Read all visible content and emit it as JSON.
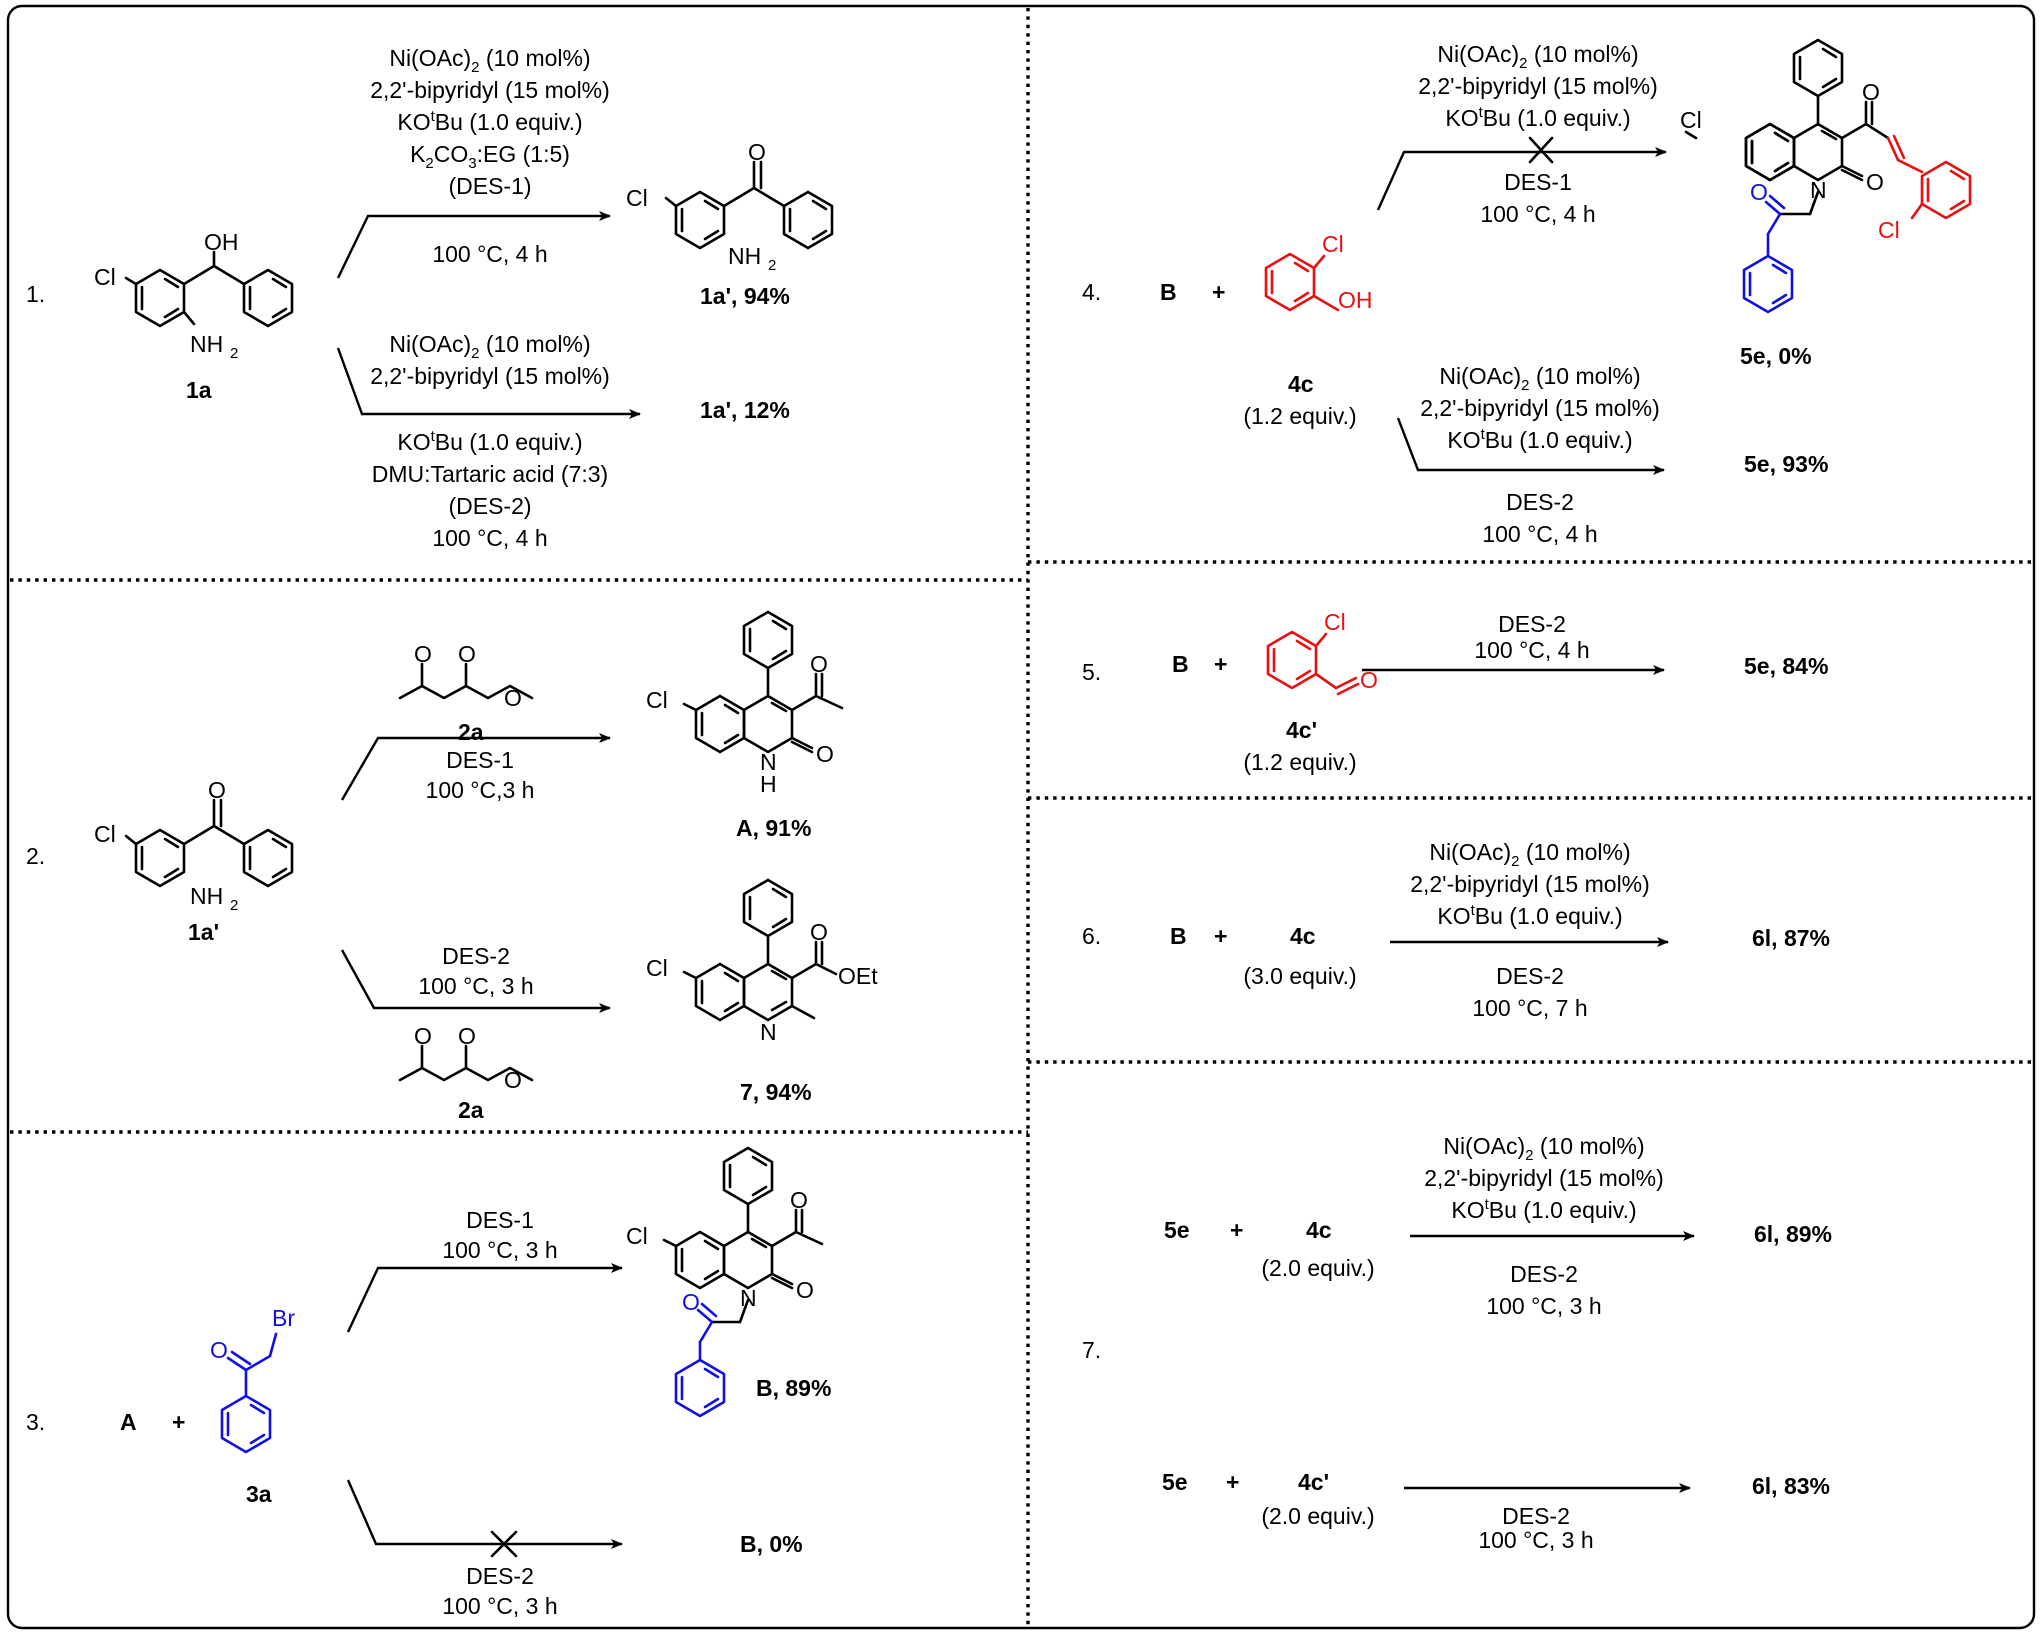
{
  "colors": {
    "red": "#e81010",
    "blue": "#1010e0",
    "ink": "#000000"
  },
  "panel1": {
    "number": "1.",
    "start_label": "1a",
    "top": {
      "l1": "Ni(OAc)",
      "l1_sub": "2",
      "l1_tail": " (10 mol%)",
      "l2": "2,2'-bipyridyl (15 mol%)",
      "l3": "KO",
      "l3_sup": "t",
      "l3_tail": "Bu (1.0 equiv.)",
      "l4a": "K",
      "l4_sub1": "2",
      "l4b": "CO",
      "l4_sub2": "3",
      "l4c": ":EG (1:5)",
      "l5": "(DES-1)",
      "below": "100 °C, 4 h"
    },
    "bottom": {
      "l1": "Ni(OAc)",
      "l1_sub": "2",
      "l1_tail": " (10 mol%)",
      "l2": "2,2'-bipyridyl (15 mol%)",
      "l3": "KO",
      "l3_sup": "t",
      "l3_tail": "Bu (1.0 equiv.)",
      "l4": "DMU:Tartaric acid (7:3)",
      "l5": "(DES-2)",
      "l6": "100 °C, 4 h"
    },
    "product_top": "1a', 94%",
    "product_bottom": "1a', 12%"
  },
  "panel2": {
    "number": "2.",
    "start_label": "1a'",
    "reagent_top_label": "2a",
    "top_cond": {
      "l1": "DES-1",
      "l2": "100 °C,3 h"
    },
    "product_top": "A, 91%",
    "bottom_cond": {
      "l1": "DES-2",
      "l2": "100 °C, 3 h"
    },
    "reagent_bottom_label": "2a",
    "product_bottom": "7, 94%",
    "oet": "OEt"
  },
  "panel3": {
    "number": "3.",
    "reactant_a": "A",
    "plus": "+",
    "reagent_label": "3a",
    "top_cond": {
      "l1": "DES-1",
      "l2": "100 °C, 3 h"
    },
    "product_top": "B, 89%",
    "bottom_cond": {
      "l1": "DES-2",
      "l2": "100 °C, 3 h"
    },
    "product_bottom": "B, 0%"
  },
  "panel4": {
    "number": "4.",
    "reactant_b": "B",
    "plus": "+",
    "reagent_label": "4c",
    "reagent_equiv": "(1.2 equiv.)",
    "top": {
      "l1": "Ni(OAc)",
      "l1_sub": "2",
      "l1_tail": " (10 mol%)",
      "l2": "2,2'-bipyridyl (15 mol%)",
      "l3": "KO",
      "l3_sup": "t",
      "l3_tail": "Bu (1.0 equiv.)",
      "l4": "DES-1",
      "l5": "100 °C, 4 h"
    },
    "bottom": {
      "l1": "Ni(OAc)",
      "l1_sub": "2",
      "l1_tail": " (10 mol%)",
      "l2": "2,2'-bipyridyl (15 mol%)",
      "l3": "KO",
      "l3_sup": "t",
      "l3_tail": "Bu (1.0 equiv.)",
      "l4": "DES-2",
      "l5": "100 °C, 4 h"
    },
    "product_top": "5e, 0%",
    "product_bottom": "5e, 93%"
  },
  "panel5": {
    "number": "5.",
    "reactant_b": "B",
    "plus": "+",
    "reagent_label": "4c'",
    "reagent_equiv": "(1.2 equiv.)",
    "cond": {
      "l1": "DES-2",
      "l2": "100 °C, 4 h"
    },
    "product": "5e, 84%"
  },
  "panel6": {
    "number": "6.",
    "reactant_b": "B",
    "plus": "+",
    "reagent": "4c",
    "reagent_equiv": "(3.0 equiv.)",
    "cond": {
      "l1": "Ni(OAc)",
      "l1_sub": "2",
      "l1_tail": " (10 mol%)",
      "l2": "2,2'-bipyridyl (15 mol%)",
      "l3": "KO",
      "l3_sup": "t",
      "l3_tail": "Bu (1.0 equiv.)",
      "l4": "DES-2",
      "l5": "100 °C, 7 h"
    },
    "product": "6l, 87%"
  },
  "panel7": {
    "number": "7.",
    "top": {
      "reactant": "5e",
      "plus": "+",
      "reagent": "4c",
      "reagent_equiv": "(2.0 equiv.)",
      "cond": {
        "l1": "Ni(OAc)",
        "l1_sub": "2",
        "l1_tail": " (10 mol%)",
        "l2": "2,2'-bipyridyl (15 mol%)",
        "l3": "KO",
        "l3_sup": "t",
        "l3_tail": "Bu (1.0 equiv.)",
        "l4": "DES-2",
        "l5": "100 °C, 3 h"
      },
      "product": "6l, 89%"
    },
    "bottom": {
      "reactant": "5e",
      "plus": "+",
      "reagent": "4c'",
      "reagent_equiv": "(2.0 equiv.)",
      "cond": {
        "l1": "DES-2",
        "l2": "100 °C, 3 h"
      },
      "product": "6l, 83%"
    }
  },
  "atoms": {
    "cl": "Cl",
    "oh": "OH",
    "o": "O",
    "n": "N",
    "h": "H",
    "nh": "NH",
    "two": "2",
    "br": "Br"
  }
}
